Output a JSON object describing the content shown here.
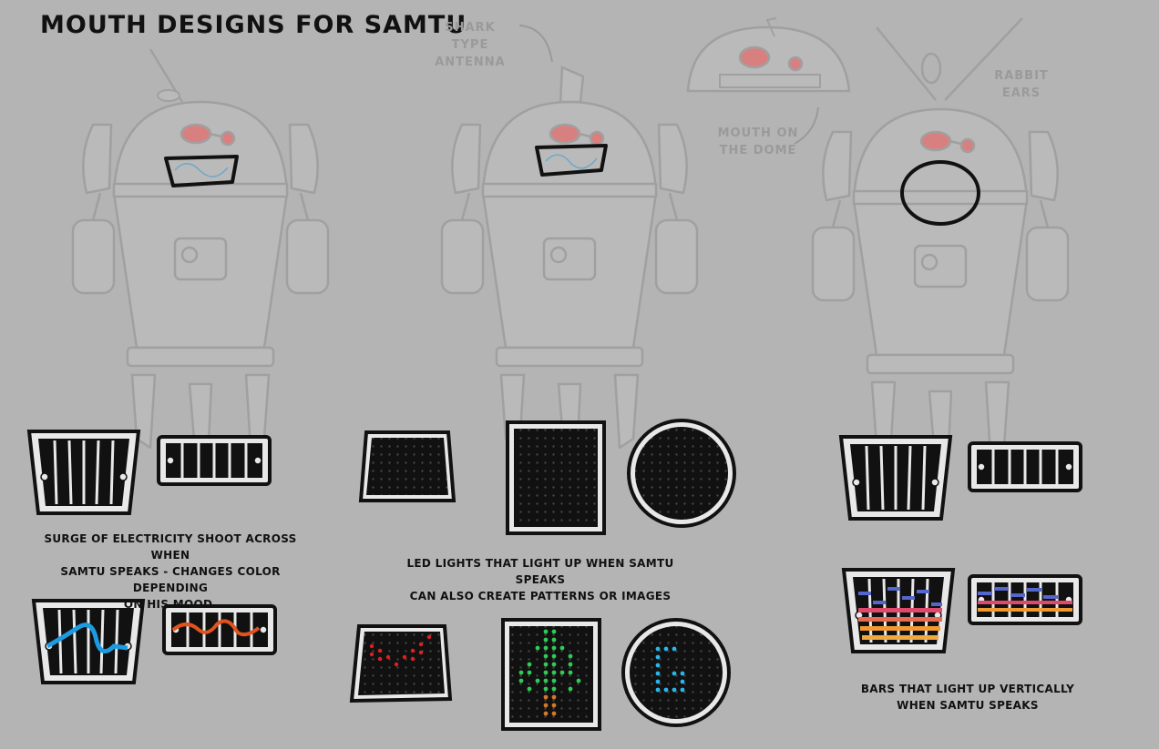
{
  "title": "MOUTH DESIGNS FOR SAMTU",
  "annotations": {
    "shark_antenna": [
      "SHARK TYPE",
      "ANTENNA"
    ],
    "mouth_dome": [
      "MOUTH ON",
      "THE DOME"
    ],
    "rabbit_ears": [
      "RABBIT",
      "EARS"
    ]
  },
  "captions": {
    "electric": [
      "SURGE OF ELECTRICITY SHOOT ACROSS WHEN",
      "SAMTU SPEAKS - CHANGES COLOR DEPENDING",
      "ON HIS MOOD."
    ],
    "led": [
      "LED LIGHTS THAT LIGHT UP WHEN SAMTU SPEAKS",
      "CAN ALSO CREATE PATTERNS OR IMAGES"
    ],
    "bars": [
      "BARS THAT LIGHT UP VERTICALLY",
      "WHEN SAMTU SPEAKS"
    ]
  },
  "colors": {
    "background": "#b4b4b4",
    "sketch": "#9e9e9e",
    "eye": "#d88080",
    "ink": "#111111",
    "electric_blue": "#1e9be0",
    "electric_orange": "#e0531e",
    "led_red": "#e02020",
    "led_green": "#2ecc55",
    "led_orange": "#d4782a",
    "led_cyan": "#2ab6e8",
    "eq_top": "#5566cc",
    "eq_mid": "#e04a6a",
    "eq_low": "#f09a30"
  }
}
